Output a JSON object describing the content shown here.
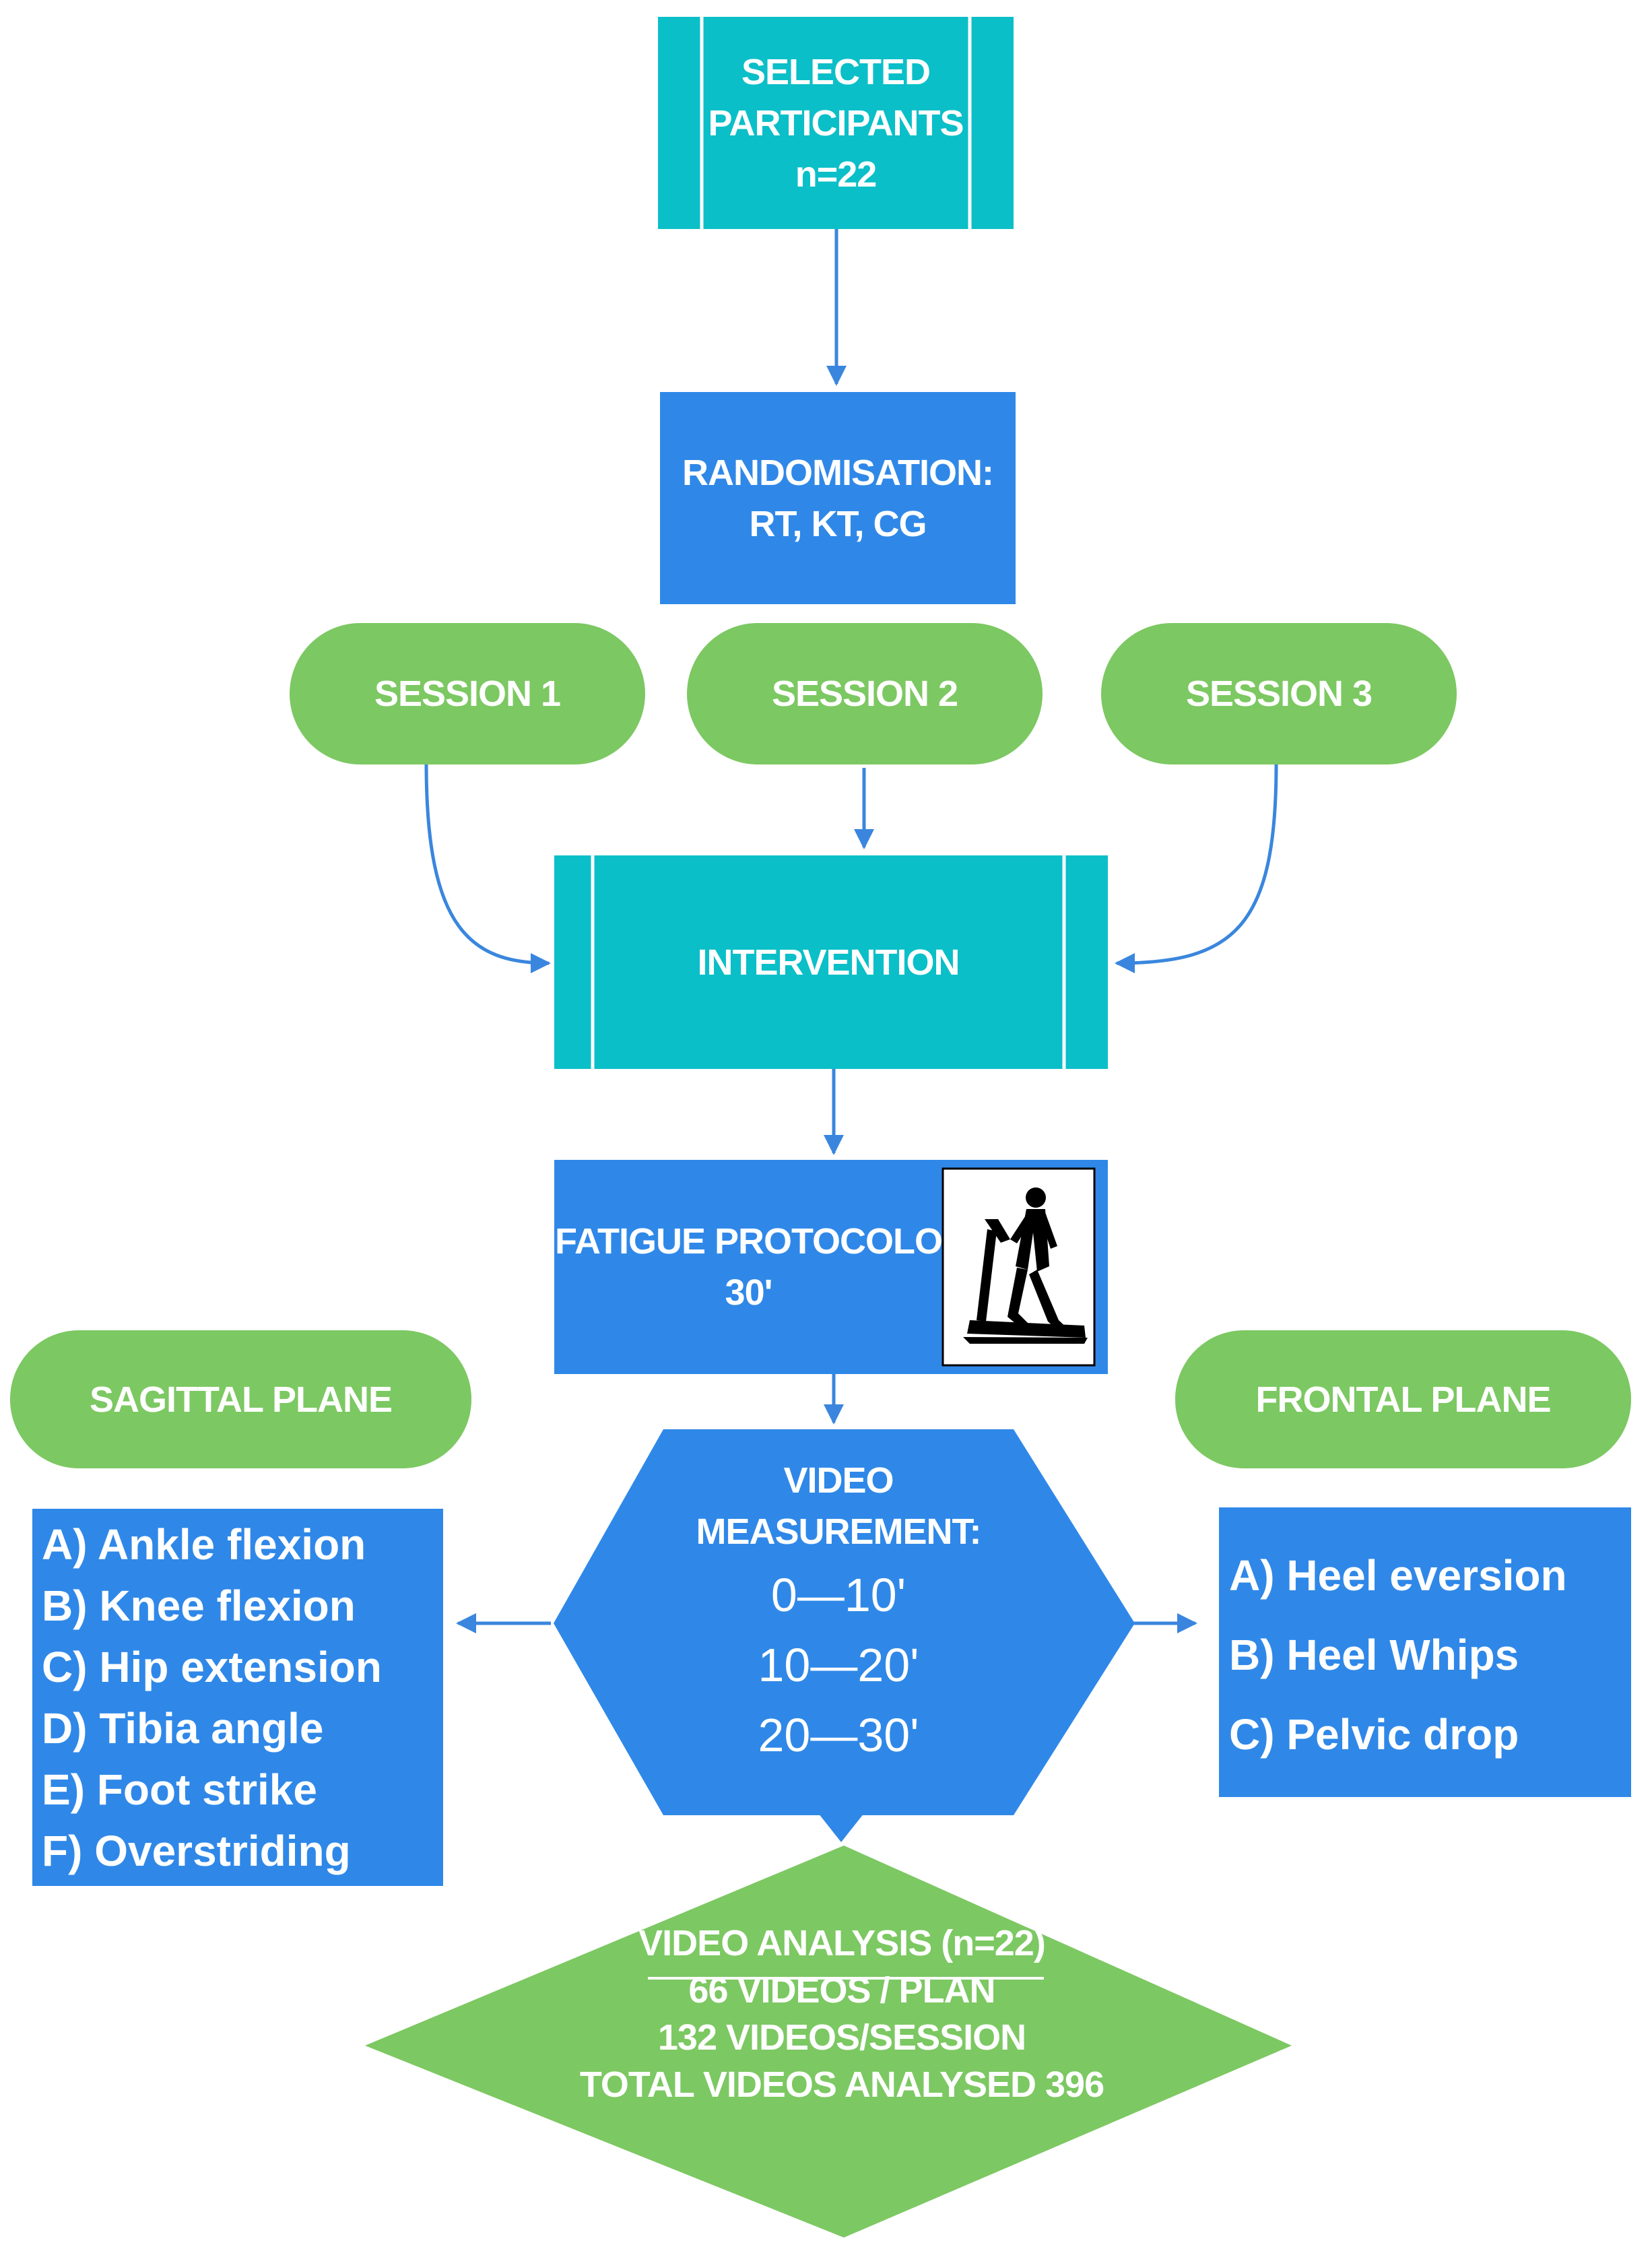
{
  "nodes": {
    "selected": {
      "lines": [
        "SELECTED",
        "PARTICIPANTS",
        "n=22"
      ]
    },
    "randomisation": {
      "lines": [
        "RANDOMISATION:",
        "RT, KT, CG"
      ]
    },
    "sessions": [
      "SESSION 1",
      "SESSION 2",
      "SESSION 3"
    ],
    "intervention": "INTERVENTION",
    "fatigue": {
      "lines": [
        "FATIGUE PROTOCOLO",
        "30'"
      ]
    },
    "sagittal_plane": "SAGITTAL PLANE",
    "frontal_plane": "FRONTAL PLANE",
    "video_measurement": {
      "lines": [
        "VIDEO",
        "MEASUREMENT:"
      ],
      "ranges": [
        "0—10'",
        "10—20'",
        "20—30'"
      ]
    },
    "sagittal_items": [
      "A) Ankle flexion",
      "B) Knee flexion",
      "C) Hip extension",
      "D) Tibia angle",
      "E) Foot strike",
      "F) Overstriding"
    ],
    "frontal_items": [
      "A) Heel eversion",
      "B)  Heel Whips",
      "C) Pelvic drop"
    ],
    "video_analysis": {
      "title": "VIDEO ANALYSIS (n=22)",
      "lines": [
        "66 VIDEOS / PLAN",
        "132 VIDEOS/SESSION",
        "TOTAL VIDEOS ANALYSED 396"
      ]
    }
  },
  "colors": {
    "teal": "#0ABFC8",
    "blue": "#2F88E8",
    "green": "#7CC862",
    "arrow": "#3A86DE",
    "text": "#FFFFFF"
  },
  "icons": {
    "treadmill": "treadmill-runner-icon"
  }
}
